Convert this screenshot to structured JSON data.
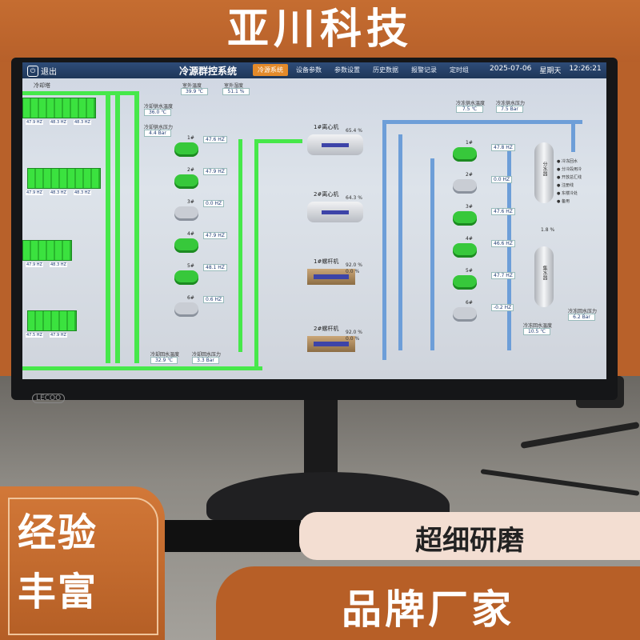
{
  "brand_title": "亚川科技",
  "bezel_logo": "LECOO",
  "hmi": {
    "exit_label": "退出",
    "system_title": "冷源群控系统",
    "nav": [
      "冷源系统",
      "设备参数",
      "参数设置",
      "历史数据",
      "报警记录",
      "定时组"
    ],
    "active_tab": 0,
    "date": "2025-07-06",
    "weekday": "星期天",
    "time": "12:26:21",
    "cooling_tower_label": "冷却塔",
    "outdoor_temp_label": "室外温度",
    "outdoor_temp": "39.9 ℃",
    "outdoor_humidity_label": "室外湿度",
    "outdoor_humidity": "51.1 %",
    "cw_supply_temp_label": "冷却供水温度",
    "cw_supply_temp": "36.0 ℃",
    "cw_supply_pressure_label": "冷却供水压力",
    "cw_supply_pressure": "4.4 Bar",
    "cw_return_temp_label": "冷却回水温度",
    "cw_return_temp": "32.9 ℃",
    "cw_return_pressure_label": "冷却回水压力",
    "cw_return_pressure": "3.3 Bar",
    "chw_supply_temp_label": "冷冻供水温度",
    "chw_supply_temp": "7.5 ℃",
    "chw_supply_pressure_label": "冷冻供水压力",
    "chw_supply_pressure": "7.5 Bar",
    "chw_return_temp_label": "冷冻回水温度",
    "chw_return_temp": "10.5 ℃",
    "chw_return_pressure_label": "冷冻回水压力",
    "chw_return_pressure": "6.2 Bar",
    "towers": [
      {
        "hz": [
          "47.9 HZ",
          "48.3 HZ",
          "48.3 HZ"
        ]
      },
      {
        "hz": [
          "47.9 HZ",
          "48.3 HZ",
          "48.3 HZ"
        ]
      },
      {
        "hz": [
          "47.9 HZ",
          "48.3 HZ"
        ]
      },
      {
        "hz": [
          "47.5 HZ",
          "47.9 HZ"
        ]
      }
    ],
    "cooling_pumps": [
      {
        "num": "1#",
        "hz": "47.6 HZ",
        "on": true
      },
      {
        "num": "2#",
        "hz": "47.9 HZ",
        "on": true
      },
      {
        "num": "3#",
        "hz": "0.0 HZ",
        "on": false
      },
      {
        "num": "4#",
        "hz": "47.9 HZ",
        "on": true
      },
      {
        "num": "5#",
        "hz": "48.1 HZ",
        "on": true
      },
      {
        "num": "6#",
        "hz": "0.6 HZ",
        "on": false
      }
    ],
    "chillers": [
      {
        "name": "1#离心机",
        "pct": "65.4 %"
      },
      {
        "name": "2#离心机",
        "pct": "64.3 %"
      },
      {
        "name": "1#螺杆机",
        "pct": "92.0 %",
        "pct2": "0.0 %"
      },
      {
        "name": "2#螺杆机",
        "pct": "92.0 %",
        "pct2": "0.0 %"
      }
    ],
    "chilled_pumps": [
      {
        "num": "1#",
        "hz": "47.8 HZ",
        "on": true
      },
      {
        "num": "2#",
        "hz": "0.0 HZ",
        "on": false
      },
      {
        "num": "3#",
        "hz": "47.6 HZ",
        "on": true
      },
      {
        "num": "4#",
        "hz": "46.6 HZ",
        "on": true
      },
      {
        "num": "5#",
        "hz": "47.7 HZ",
        "on": true
      },
      {
        "num": "6#",
        "hz": "-0.2 HZ",
        "on": false
      }
    ],
    "tank_top": "分水器",
    "tank_bottom": "集水器",
    "bypass_pct": "1.8 %",
    "legend": [
      "冷冻回水",
      "分冷段用冷",
      "开放总汇线",
      "注册线",
      "东楼冷处",
      "备用"
    ]
  },
  "badge_line1": "经验",
  "badge_line2": "丰富",
  "slogan": "超细研磨",
  "brand_tagline": "品牌厂家",
  "colors": {
    "orange": "#b8612a",
    "pipe_green": "#46e84a",
    "pipe_blue": "#6d9ed8"
  }
}
